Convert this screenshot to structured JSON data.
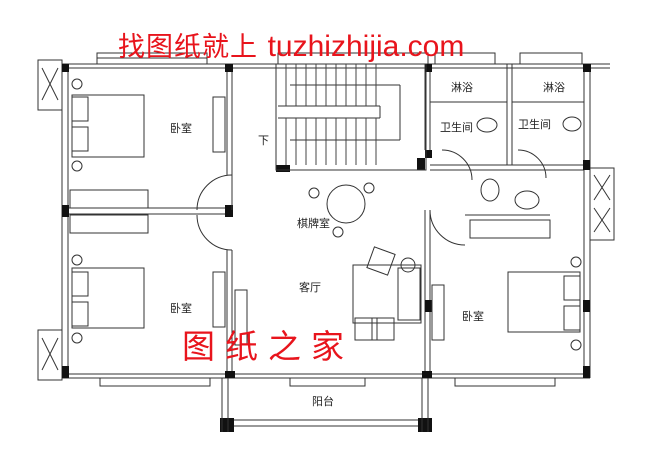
{
  "watermark": {
    "top_cn": "找图纸就上",
    "top_url": "tuzhizhijia.com",
    "middle": "图纸之家"
  },
  "rooms": {
    "bedroom_top_left": "卧室",
    "bedroom_bottom_left": "卧室",
    "bedroom_right": "卧室",
    "stair_down": "下",
    "chess_room": "棋牌室",
    "living_room": "客厅",
    "balcony": "阳台",
    "shower_left": "淋浴",
    "shower_right": "淋浴",
    "bathroom_left": "卫生间",
    "bathroom_right": "卫生间"
  },
  "colors": {
    "wall": "#111111",
    "line": "#333333",
    "watermark": "#e8141c",
    "background": "#ffffff"
  }
}
